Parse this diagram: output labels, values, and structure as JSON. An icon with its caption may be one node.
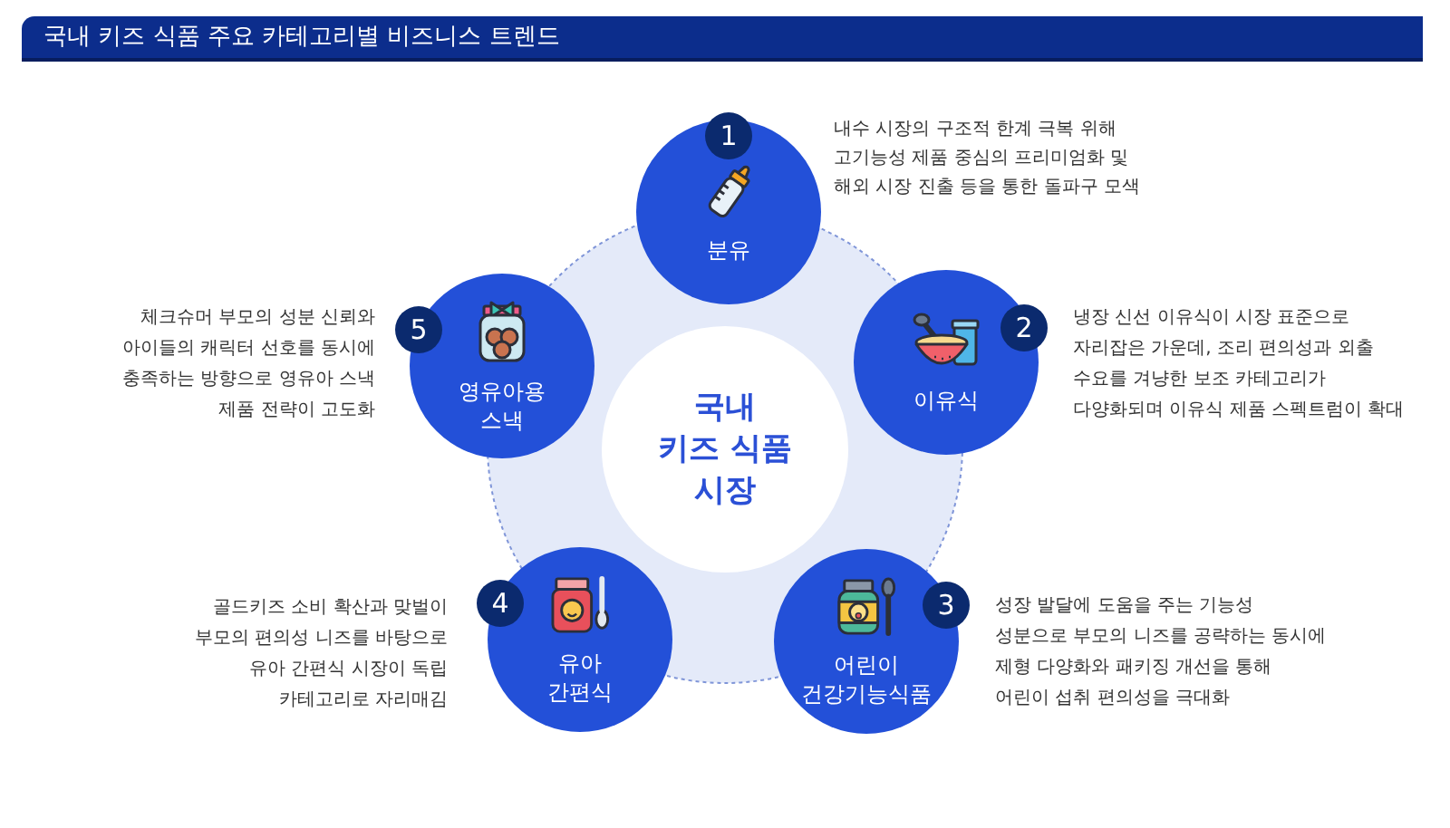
{
  "diagram": {
    "title": "국내 키즈 식품 주요 카테고리별 비즈니스 트렌드",
    "nodes": [
      {
        "text": [
          "국내 키즈 식품 시장"
        ]
      },
      {
        "text": [
          "1",
          "분유"
        ],
        "beside": [
          "내수 시장의 구조적 한계 극복 위해 고기능성 제품 중심의 프리미엄화 및 해외 시장 진출 등을 통한 돌파구 모색"
        ]
      },
      {
        "text": [
          "2",
          "이유식"
        ],
        "beside": [
          "냉장 신선 이유식이 시장 표준으로 자리잡은 가운데, 조리 편의성과 외출 수요를 겨냥한 보조 카테고리가 다양화되며 이유식 제품 스펙트럼이 확대"
        ]
      },
      {
        "text": [
          "3",
          "어린이 건강기능식품"
        ],
        "beside": [
          "성장 발달에 도움을 주는 기능성 성분으로 부모의 니즈를 공략하는 동시에 제형 다양화와 패키징 개선을 통해 어린이 섭취 편의성을 극대화"
        ]
      },
      {
        "text": [
          "4",
          "유아 간편식"
        ],
        "beside": [
          "골드키즈 소비 확산과 맞벌이 부모의 편의성 니즈를 바탕으로 유아 간편식 시장이 독립 카테고리로 자리매김"
        ]
      },
      {
        "text": [
          "5",
          "영유아용 스낵"
        ],
        "beside": [
          "체크슈머 부모의 성분 신뢰와 아이들의 캐릭터 선호를 동시에 충족하는 방향으로 영유아 스낵 제품 전략이 고도화"
        ]
      }
    ]
  }
}
